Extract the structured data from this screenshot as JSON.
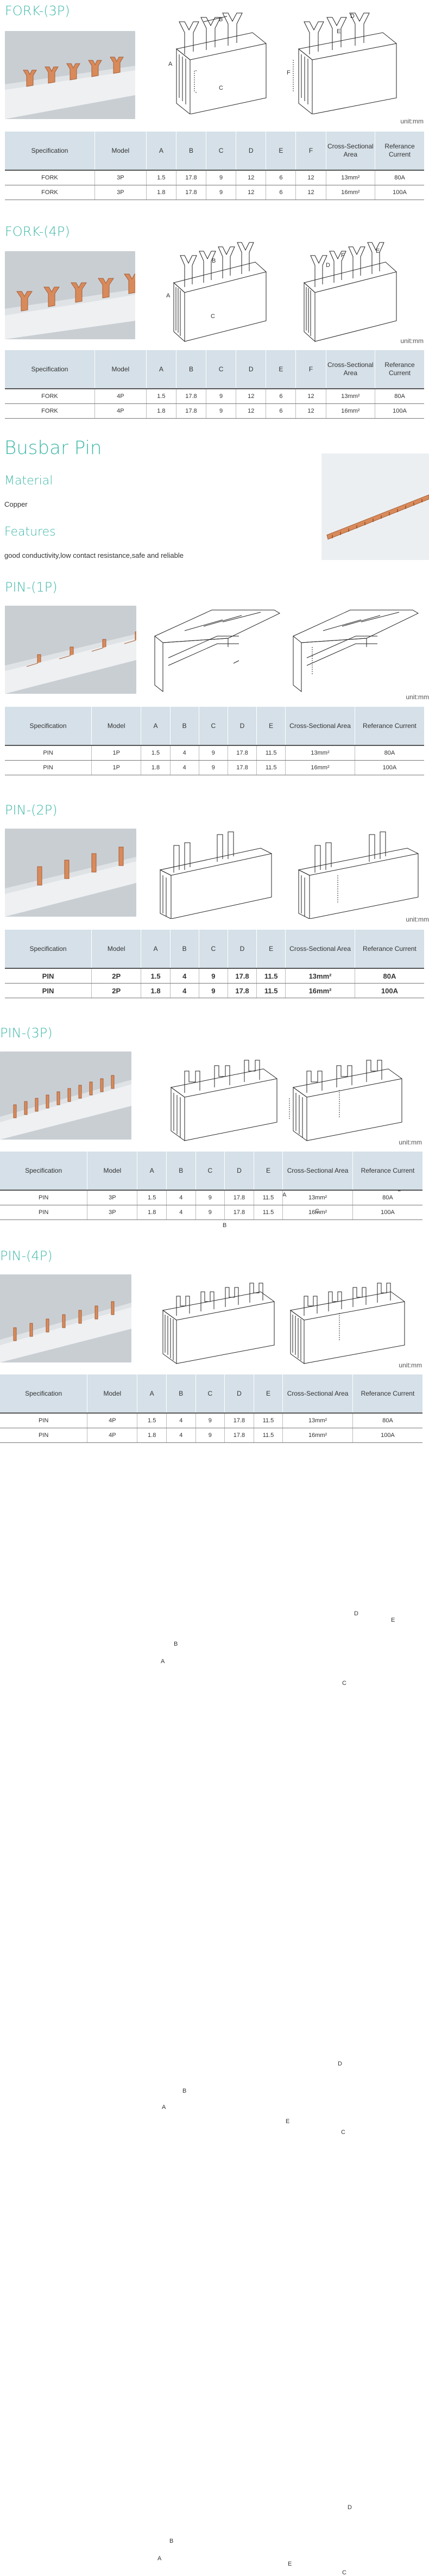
{
  "unit_label": "unit:mm",
  "sections": [
    {
      "title": "FORK-(3P)",
      "headers": [
        "Specification",
        "Model",
        "A",
        "B",
        "C",
        "D",
        "E",
        "F",
        "Cross-Sectional Area",
        "Referance Current"
      ],
      "rows": [
        [
          "FORK",
          "3P",
          "1.5",
          "17.8",
          "9",
          "12",
          "6",
          "12",
          "13mm²",
          "80A"
        ],
        [
          "FORK",
          "3P",
          "1.8",
          "17.8",
          "9",
          "12",
          "6",
          "12",
          "16mm²",
          "100A"
        ]
      ]
    },
    {
      "title": "FORK-(4P)",
      "headers": [
        "Specification",
        "Model",
        "A",
        "B",
        "C",
        "D",
        "E",
        "F",
        "Cross-Sectional Area",
        "Referance Current"
      ],
      "rows": [
        [
          "FORK",
          "4P",
          "1.5",
          "17.8",
          "9",
          "12",
          "6",
          "12",
          "13mm²",
          "80A"
        ],
        [
          "FORK",
          "4P",
          "1.8",
          "17.8",
          "9",
          "12",
          "6",
          "12",
          "16mm²",
          "100A"
        ]
      ]
    },
    {
      "title": "PIN-(1P)",
      "headers": [
        "Specification",
        "Model",
        "A",
        "B",
        "C",
        "D",
        "E",
        "Cross-Sectional Area",
        "Referance Current"
      ],
      "rows": [
        [
          "PIN",
          "1P",
          "1.5",
          "4",
          "9",
          "17.8",
          "11.5",
          "13mm²",
          "80A"
        ],
        [
          "PIN",
          "1P",
          "1.8",
          "4",
          "9",
          "17.8",
          "11.5",
          "16mm²",
          "100A"
        ]
      ]
    },
    {
      "title": "PIN-(2P)",
      "headers": [
        "Specification",
        "Model",
        "A",
        "B",
        "C",
        "D",
        "E",
        "Cross-Sectional Area",
        "Referance Current"
      ],
      "rows": [
        [
          "PIN",
          "2P",
          "1.5",
          "4",
          "9",
          "17.8",
          "11.5",
          "13mm²",
          "80A"
        ],
        [
          "PIN",
          "2P",
          "1.8",
          "4",
          "9",
          "17.8",
          "11.5",
          "16mm²",
          "100A"
        ]
      ]
    },
    {
      "title": "PIN-(3P)",
      "headers": [
        "Specification",
        "Model",
        "A",
        "B",
        "C",
        "D",
        "E",
        "Cross-Sectional Area",
        "Referance Current"
      ],
      "rows": [
        [
          "PIN",
          "3P",
          "1.5",
          "4",
          "9",
          "17.8",
          "11.5",
          "13mm²",
          "80A"
        ],
        [
          "PIN",
          "3P",
          "1.8",
          "4",
          "9",
          "17.8",
          "11.5",
          "16mm²",
          "100A"
        ]
      ]
    },
    {
      "title": "PIN-(4P)",
      "headers": [
        "Specification",
        "Model",
        "A",
        "B",
        "C",
        "D",
        "E",
        "Cross-Sectional Area",
        "Referance Current"
      ],
      "rows": [
        [
          "PIN",
          "4P",
          "1.5",
          "4",
          "9",
          "17.8",
          "11.5",
          "13mm²",
          "80A"
        ],
        [
          "PIN",
          "4P",
          "1.8",
          "4",
          "9",
          "17.8",
          "11.5",
          "16mm²",
          "100A"
        ]
      ]
    }
  ],
  "busbar": {
    "heading": "Busbar Pin",
    "material_heading": "Material",
    "material_text": "Copper",
    "features_heading": "Features",
    "features_text": "good conductivity,low contact resistance,safe and reliable"
  },
  "drawing_labels": {
    "fork": [
      "A",
      "B",
      "C",
      "D",
      "E",
      "F"
    ],
    "pin": [
      "A",
      "B",
      "C",
      "D",
      "E"
    ]
  },
  "colors": {
    "accent": "#3fb8a8",
    "header_bg": "#d5e0e8",
    "copper": "#d98a5b"
  }
}
